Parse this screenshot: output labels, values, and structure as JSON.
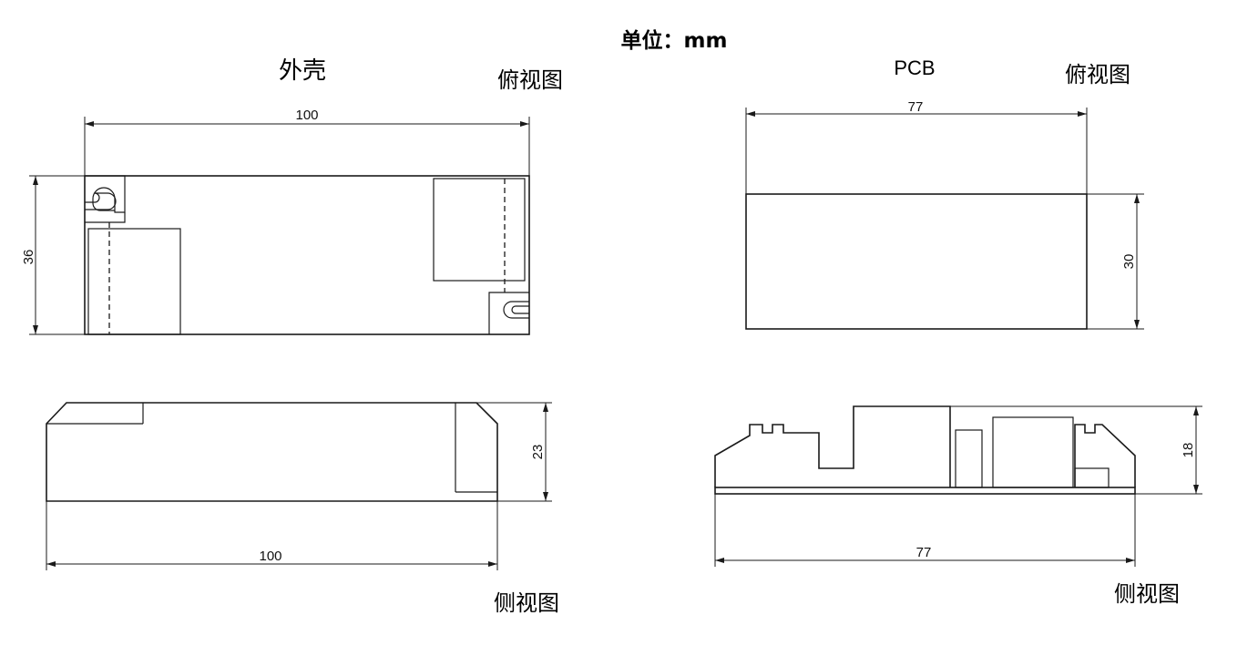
{
  "unit_label": "单位：mm",
  "housing": {
    "title": "外壳",
    "top_view_label": "俯视图",
    "side_view_label": "侧视图",
    "top_width": "100",
    "top_height": "36",
    "side_height": "23",
    "side_width": "100"
  },
  "pcb": {
    "title": "PCB",
    "top_view_label": "俯视图",
    "side_view_label": "侧视图",
    "top_width": "77",
    "top_height": "30",
    "side_height": "18",
    "side_width": "77"
  }
}
